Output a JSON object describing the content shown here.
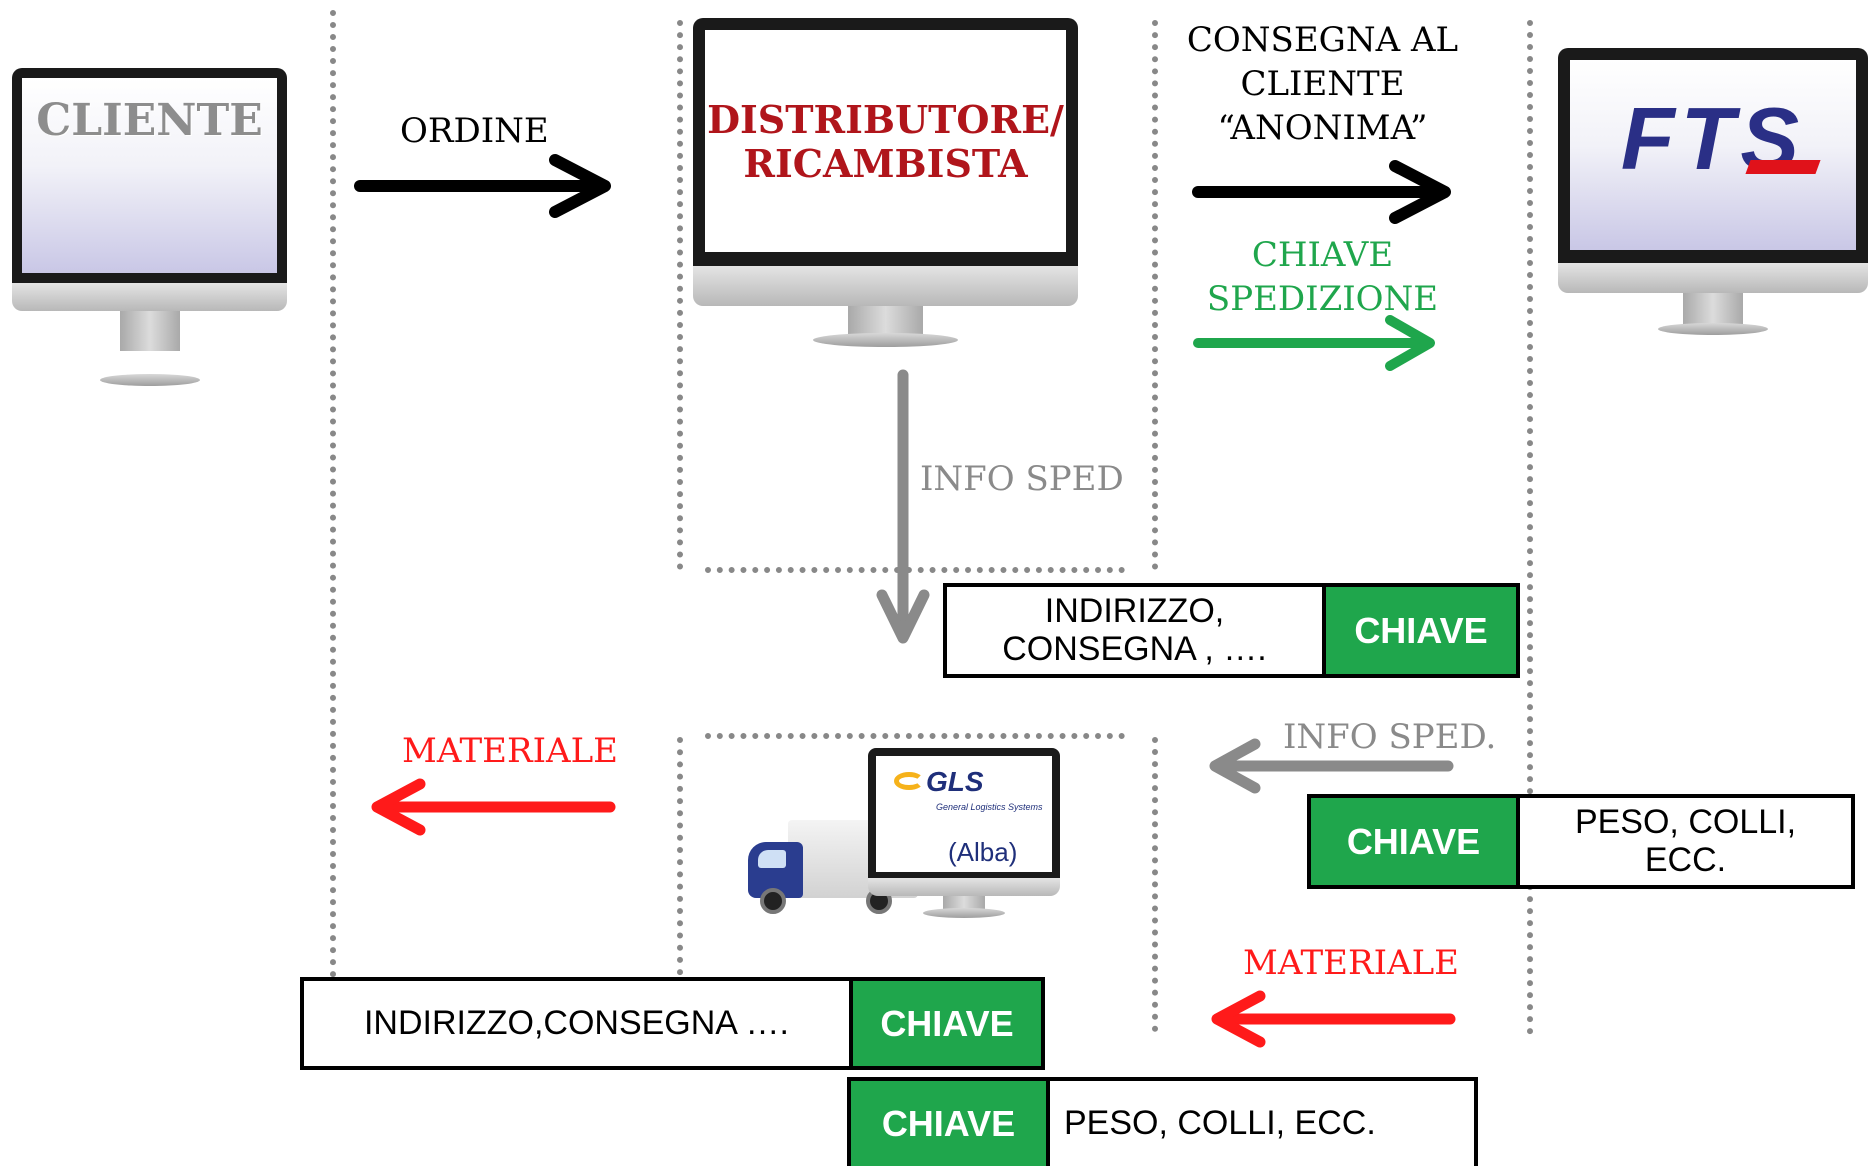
{
  "actors": {
    "cliente": "CLIENTE",
    "distributore_line1": "DISTRIBUTORE/",
    "distributore_line2": "RICAMBISTA",
    "fts": "FTS",
    "gls_logo": "GLS",
    "gls_subtitle": "General Logistics Systems",
    "gls_location": "(Alba)"
  },
  "flows": {
    "ordine": "ORDINE",
    "consegna_line1": "CONSEGNA AL",
    "consegna_line2": "CLIENTE",
    "consegna_line3": "“ANONIMA”",
    "chiave_spedizione_line1": "CHIAVE",
    "chiave_spedizione_line2": "SPEDIZIONE",
    "info_sped": "INFO SPED",
    "info_sped_dot": "INFO SPED.",
    "materiale_left": "MATERIALE",
    "materiale_right": "MATERIALE"
  },
  "records": {
    "record1_text_line1": "INDIRIZZO,",
    "record1_text_line2": "CONSEGNA , ….",
    "record1_key": "CHIAVE",
    "record2_key": "CHIAVE",
    "record2_text_line1": "PESO, COLLI,",
    "record2_text_line2": "ECC.",
    "record3_text": "INDIRIZZO,CONSEGNA ….",
    "record3_key": "CHIAVE",
    "record4_key": "CHIAVE",
    "record4_text": "PESO, COLLI, ECC."
  },
  "colors": {
    "black_arrow": "#000000",
    "green_arrow": "#1fa64c",
    "gray_arrow": "#8a8a8a",
    "red_arrow": "#ff1a1a",
    "key_box": "#1fa64c",
    "distributore_text": "#b0151b",
    "fts_blue": "#2a2f86",
    "fts_red": "#e0121a"
  }
}
